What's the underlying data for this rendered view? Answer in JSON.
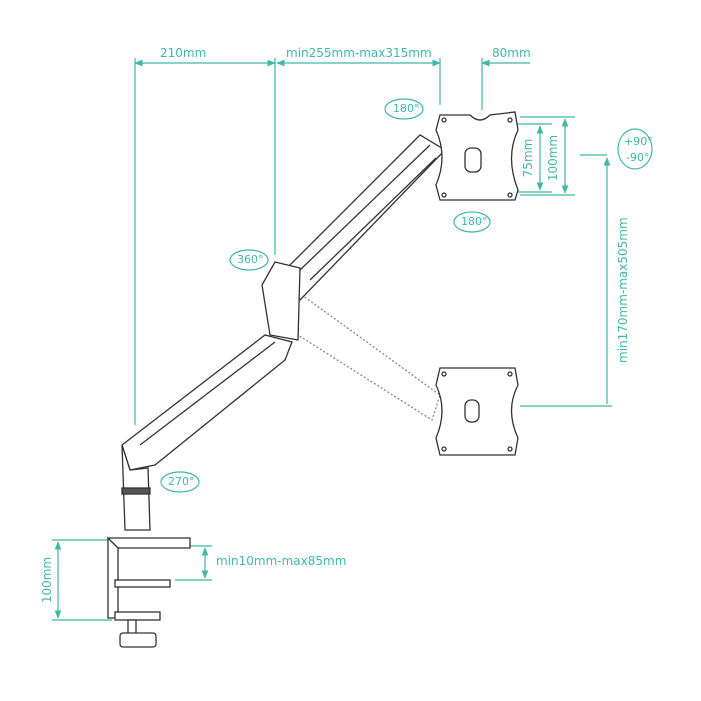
{
  "diagram": {
    "accent_color": "#3fb8a6",
    "line_color": "#333333",
    "dimensions": {
      "base_to_joint": "210mm",
      "arm_reach": "min255mm-max315mm",
      "plate_offset": "80mm",
      "vesa_small": "75mm",
      "vesa_large": "100mm",
      "height_range": "min170mm-max505mm",
      "clamp_height": "100mm",
      "desk_thickness": "min10mm-max85mm"
    },
    "rotations": {
      "plate_swivel_top": "180°",
      "plate_swivel_bottom": "180°",
      "plate_rotate_plus": "+90°",
      "plate_rotate_minus": "-90°",
      "elbow": "360°",
      "base": "270°"
    }
  }
}
